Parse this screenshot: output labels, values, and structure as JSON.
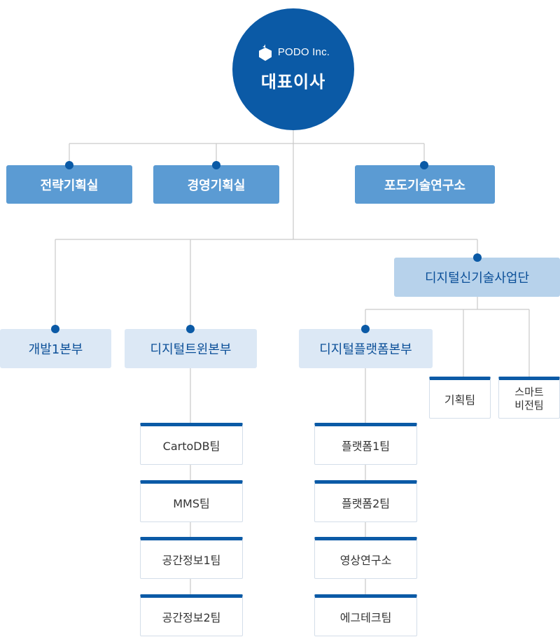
{
  "ceo": {
    "company": "PODO Inc.",
    "title": "대표이사"
  },
  "staff": [
    {
      "label": "전략기획실"
    },
    {
      "label": "경영기획실"
    },
    {
      "label": "포도기술연구소"
    }
  ],
  "divisions": {
    "dev1": "개발1본부",
    "twin": "디지털트윈본부",
    "platform": "디지털플랫폼본부",
    "newtech": "디지털신기술사업단"
  },
  "twin_teams": [
    "CartoDB팀",
    "MMS팀",
    "공간정보1팀",
    "공간정보2팀"
  ],
  "platform_teams": [
    "플랫폼1팀",
    "플랫폼2팀",
    "영상연구소",
    "에그테크팀"
  ],
  "newtech_teams": {
    "planning": "기획팀",
    "smart_line1": "스마트",
    "smart_line2": "비전팀"
  },
  "colors": {
    "primary": "#0b5aa6",
    "staff_box": "#5b9bd3",
    "division_box": "#dce8f5",
    "group_box": "#b7d2eb"
  }
}
